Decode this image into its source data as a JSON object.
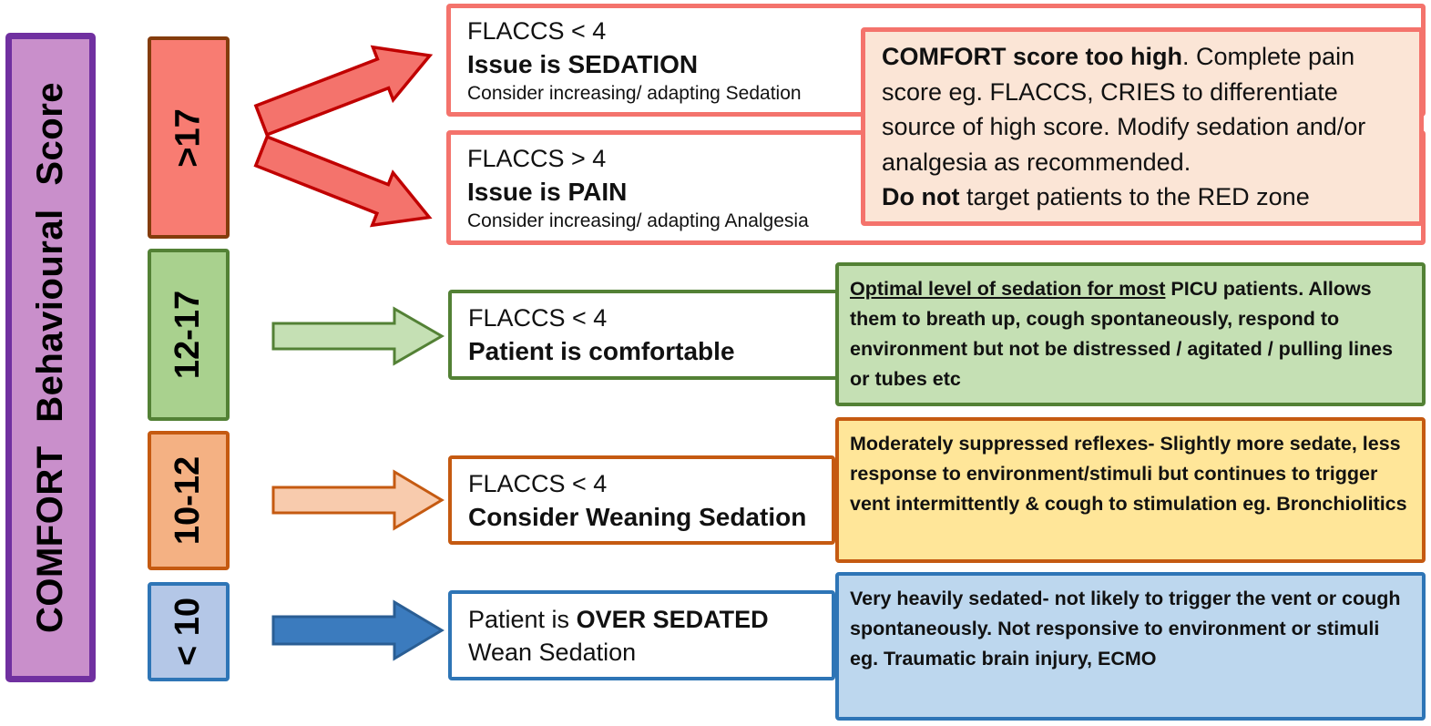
{
  "title": "COMFORT Behavioural Score",
  "colors": {
    "purple_fill": "#c98fcb",
    "purple_border": "#7030a0",
    "red_fill": "#f87c72",
    "red_box_border": "#843c0c",
    "salmon_border": "#f4736c",
    "arrow_red_stroke": "#c00000",
    "green_fill": "#a9d18e",
    "green_border": "#538135",
    "green_note_fill": "#c5e0b4",
    "orange_fill": "#f4b183",
    "orange_border": "#c55a11",
    "orange_arrow_fill": "#f8cbad",
    "orange_note_fill": "#ffe699",
    "blue_fill": "#b4c7e7",
    "blue_border": "#2e75b6",
    "blue_note_fill": "#bdd7ee",
    "blue_arrow_fill": "#3b7bbe",
    "peach_note_fill": "#fbe5d6"
  },
  "rows": [
    {
      "score": ">17",
      "outcomes": [
        {
          "flaccs": "FLACCS < 4",
          "issue": "Issue is SEDATION",
          "action": "Consider increasing/ adapting Sedation"
        },
        {
          "flaccs": "FLACCS > 4",
          "issue": "Issue is PAIN",
          "action": "Consider increasing/ adapting Analgesia"
        }
      ],
      "note": {
        "bold_lead": "COMFORT score too high",
        "body": ". Complete pain score eg. FLACCS, CRIES to differentiate source of high score. Modify sedation and/or analgesia as recommended.",
        "bold_2": "Do not",
        "body_2": " target patients to the RED zone"
      }
    },
    {
      "score": "12-17",
      "outcome": {
        "flaccs": "FLACCS < 4",
        "status": "Patient is comfortable"
      },
      "note": {
        "underlined": "Optimal level of sedation for most",
        "body": " PICU patients. Allows them to breath up, cough spontaneously, respond to environment but not be distressed / agitated / pulling lines or tubes etc"
      }
    },
    {
      "score": "10-12",
      "outcome": {
        "flaccs": "FLACCS < 4",
        "status": "Consider Weaning Sedation"
      },
      "note": {
        "body": "Moderately suppressed reflexes- Slightly more sedate, less response to environment/stimuli but continues to trigger vent intermittently & cough to stimulation eg. Bronchiolitics"
      }
    },
    {
      "score": "< 10",
      "outcome": {
        "prefix": "Patient is ",
        "bold": "OVER SEDATED",
        "action": "Wean Sedation"
      },
      "note": {
        "body": "Very heavily sedated- not likely to trigger the vent or cough spontaneously. Not responsive to environment or stimuli eg. Traumatic brain injury, ECMO"
      }
    }
  ]
}
